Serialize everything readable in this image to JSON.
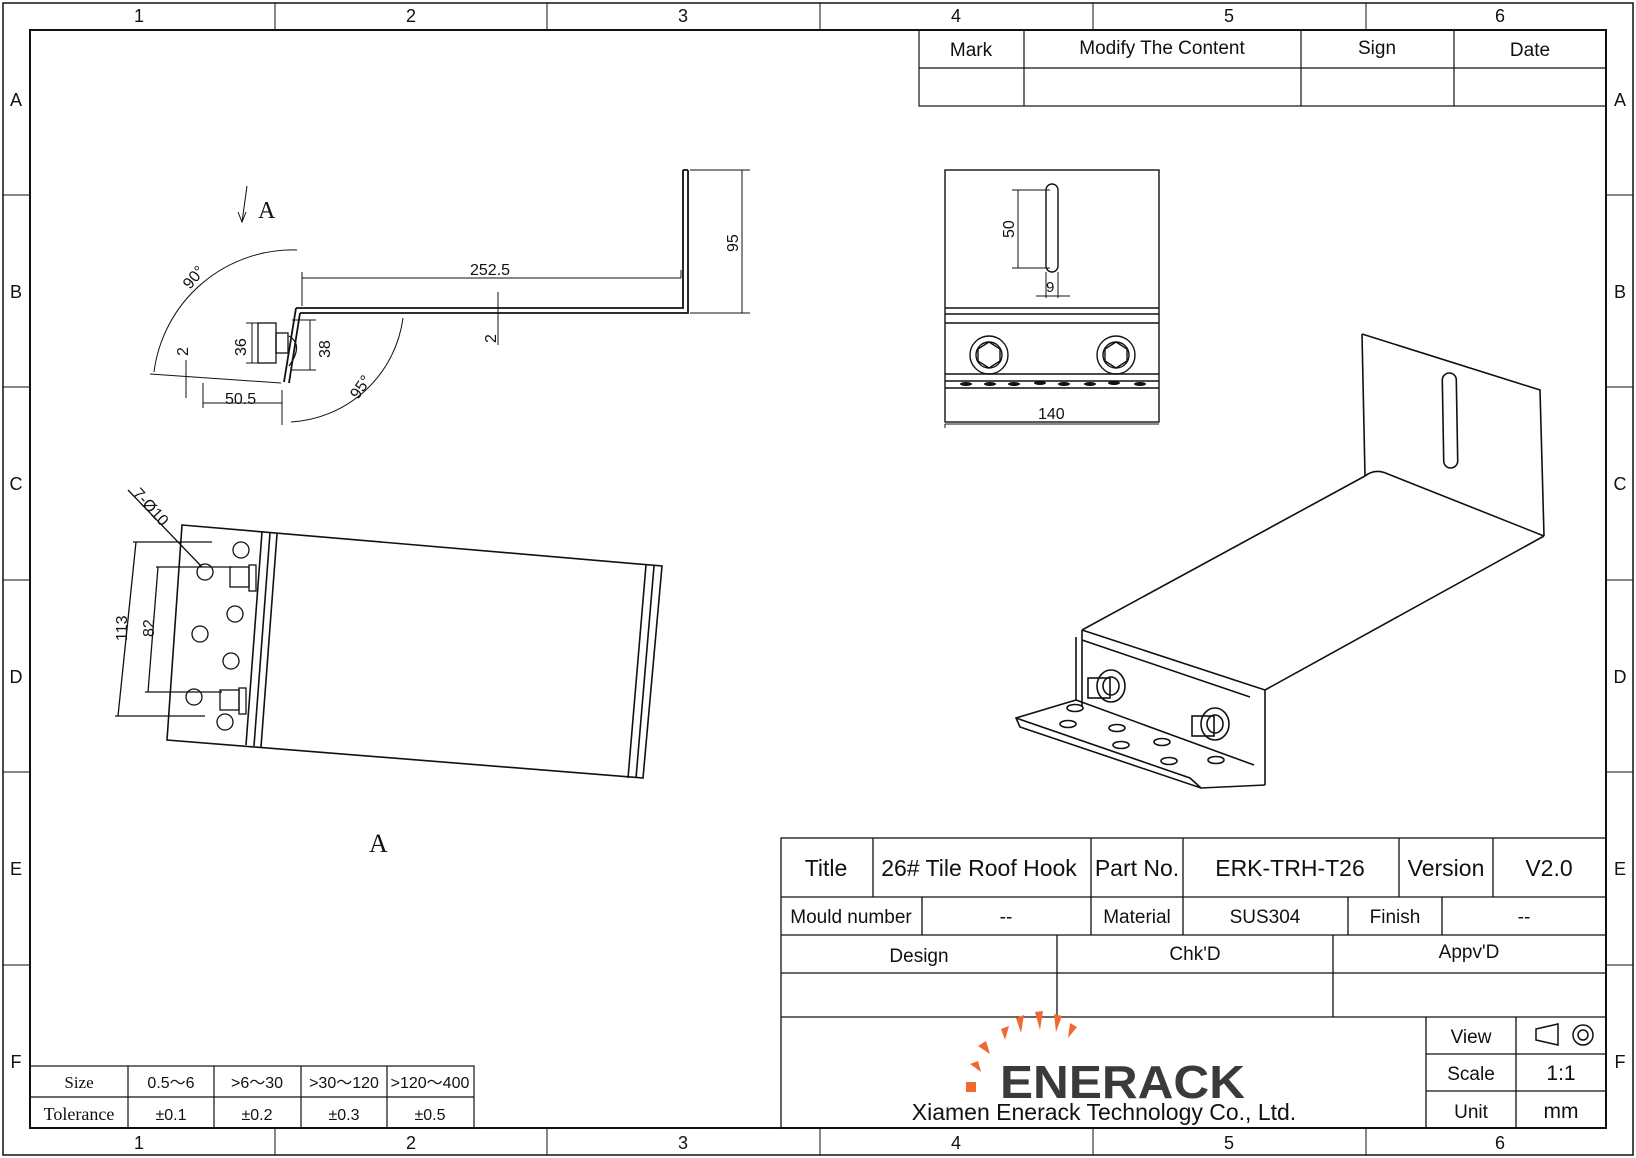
{
  "frame": {
    "columns": [
      "1",
      "2",
      "3",
      "4",
      "5",
      "6"
    ],
    "rows": [
      "A",
      "B",
      "C",
      "D",
      "E",
      "F"
    ]
  },
  "revision_table": {
    "headers": [
      "Mark",
      "Modify The Content",
      "Sign",
      "Date"
    ]
  },
  "side_view": {
    "view_marker": "A",
    "dim_length": "252.5",
    "dim_height": "95",
    "dim_thickness": "2",
    "dim_thickness_left": "2",
    "dim_36": "36",
    "dim_38": "38",
    "dim_50_5": "50.5",
    "angle_90": "90°",
    "angle_95": "95°"
  },
  "top_view": {
    "holes_label": "7-Ø10",
    "dim_113": "113",
    "dim_82": "82",
    "view_label": "A"
  },
  "front_view": {
    "dim_50": "50",
    "dim_9": "9",
    "dim_140": "140"
  },
  "title_block": {
    "title_label": "Title",
    "title_value": "26# Tile Roof Hook",
    "partno_label": "Part No.",
    "partno_value": "ERK-TRH-T26",
    "version_label": "Version",
    "version_value": "V2.0",
    "mould_label": "Mould number",
    "mould_value": "--",
    "material_label": "Material",
    "material_value": "SUS304",
    "finish_label": "Finish",
    "finish_value": "--",
    "design_label": "Design",
    "chkd_label": "Chk'D",
    "appvd_label": "Appv'D",
    "view_label": "View",
    "scale_label": "Scale",
    "scale_value": "1:1",
    "unit_label": "Unit",
    "unit_value": "mm",
    "logo_text": "ENERACK",
    "company": "Xiamen Enerack Technology Co., Ltd.",
    "logo_color": "#ef6a33"
  },
  "tolerance_table": {
    "size_label": "Size",
    "tolerance_label": "Tolerance",
    "sizes": [
      "0.5～6",
      ">6～30",
      ">30～120",
      ">120～400"
    ],
    "tolerances": [
      "±0.1",
      "±0.2",
      "±0.3",
      "±0.5"
    ]
  }
}
